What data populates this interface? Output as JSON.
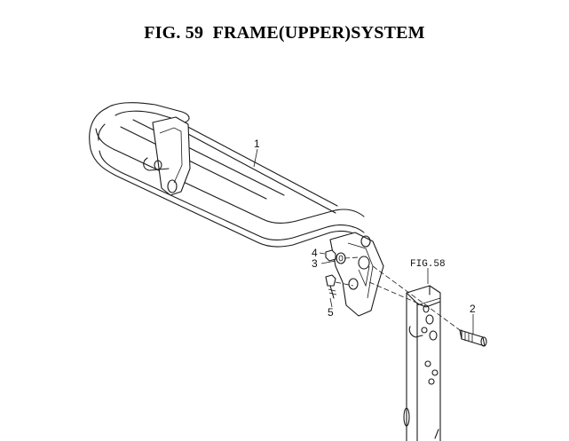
{
  "title": "FIG. 59  FRAME(UPPER)SYSTEM",
  "callouts": {
    "part_1": "1",
    "part_2": "2",
    "part_3": "3",
    "part_4": "4",
    "part_5": "5",
    "ref_fig": "FIG.58"
  }
}
